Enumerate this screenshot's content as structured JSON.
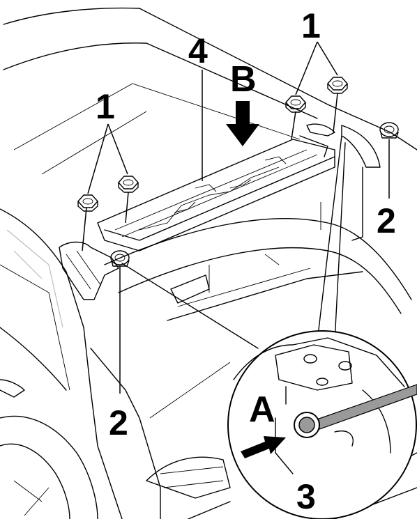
{
  "figure": {
    "callouts": {
      "nuts_top_right": "1",
      "nuts_top_left": "1",
      "clip_right": "2",
      "clip_left": "2",
      "bolt_detail": "3",
      "spoiler": "4",
      "view_b": "B",
      "view_a": "A"
    }
  }
}
